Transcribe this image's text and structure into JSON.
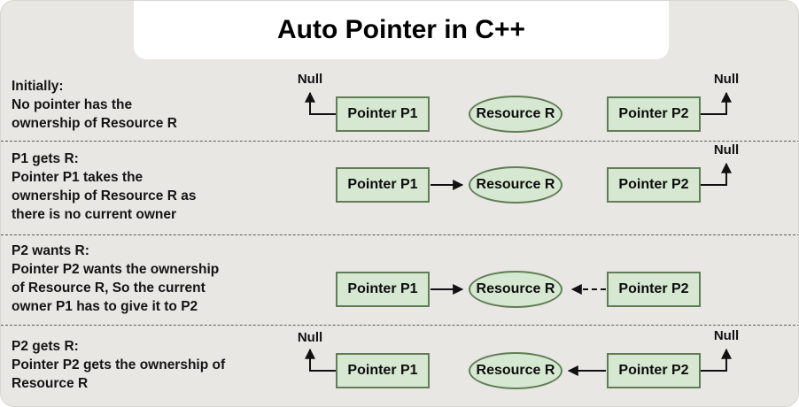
{
  "title": "Auto Pointer in C++",
  "nodes": {
    "p1": "Pointer P1",
    "resource": "Resource R",
    "p2": "Pointer P2",
    "null_label": "Null"
  },
  "rows": [
    {
      "lines": [
        "Initially:",
        "No pointer has the",
        "ownership of Resource R"
      ]
    },
    {
      "lines": [
        "P1 gets R:",
        "Pointer P1 takes the",
        "ownership of Resource R as",
        "there is no current owner"
      ]
    },
    {
      "lines": [
        "P2 wants R:",
        "Pointer P2 wants the ownership",
        "of Resource R, So the current",
        "owner P1 has to give it to P2"
      ]
    },
    {
      "lines": [
        "P2 gets R:",
        "Pointer P2 gets the ownership of",
        "Resource R"
      ]
    }
  ],
  "colors": {
    "background": "#e9e7e3",
    "node_fill": "#d6e8d2",
    "node_border": "#607d55",
    "arrow": "#111111"
  }
}
